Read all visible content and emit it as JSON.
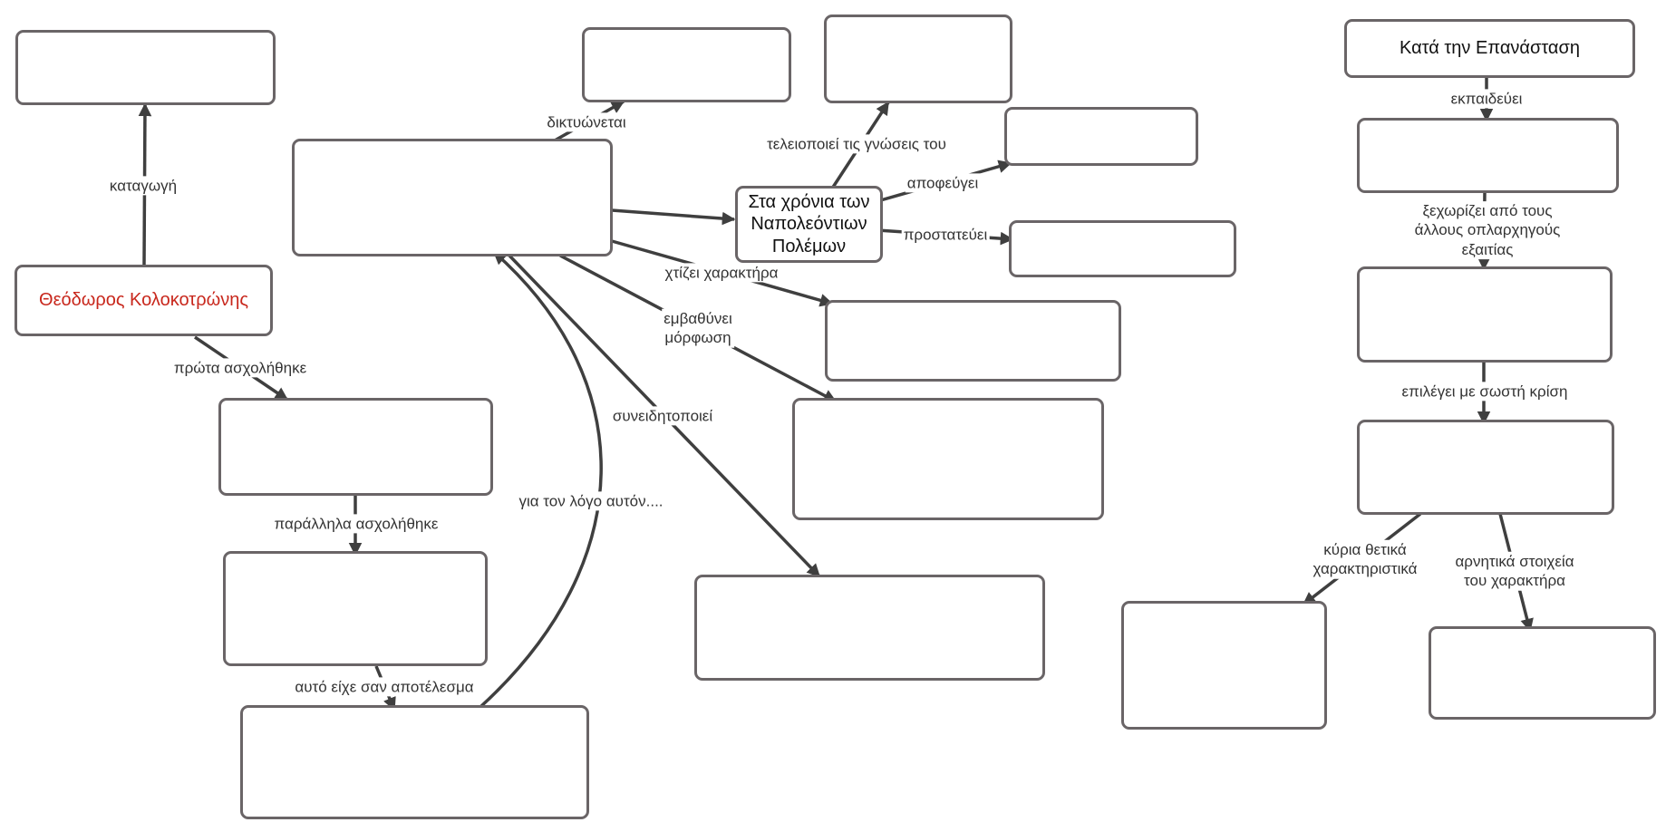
{
  "colors": {
    "border": "#6a6567",
    "line": "#3f3f3f",
    "red_text": "#c8271c",
    "label_text": "#333333"
  },
  "nodes": {
    "kolokotronis": "Θεόδωρος Κολοκοτρώνης",
    "napoleonic": "Στα χρόνια των Ναπολεόντιων Πολέμων",
    "revolution": "Κατά την Επανάσταση",
    "empty": ""
  },
  "edges": {
    "katagogi": "καταγωγή",
    "prota": "πρώτα ασχολήθηκε",
    "parallila": "παράλληλα ασχολήθηκε",
    "apotelesma": "αυτό είχε σαν αποτέλεσμα",
    "logo": "για τον λόγο αυτόν....",
    "diktyonetai": "δικτυώνεται",
    "teleiopoiei": "τελειοποιεί τις γνώσεις του",
    "apofeugei": "αποφεύγει",
    "prostateuei": "προστατεύει",
    "xtizei": "χτίζει χαρακτήρα",
    "emvathynei": "εμβαθύνει\nμόρφωση",
    "syneidito": "συνειδητοποιεί",
    "ekpaideuei": "εκπαιδεύει",
    "xexorizei": "ξεχωρίζει από τους\nάλλους οπλαρχηγούς εξαιτίας",
    "epilegei": "επιλέγει με σωστή κρίση",
    "kyria": "κύρια θετικά\nχαρακτηριστικά",
    "arnitika": "αρνητικά στοιχεία\nτου χαρακτήρα"
  }
}
